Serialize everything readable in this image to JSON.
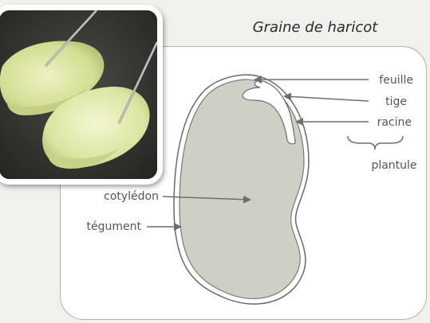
{
  "title": "Graine de haricot",
  "labels": {
    "feuille": "feuille",
    "tige": "tige",
    "racine": "racine",
    "plantule": "plantule",
    "cotyledon": "cotylédon",
    "tegument": "tégument"
  },
  "photo": {
    "subject": "opened bean seed held with needles"
  },
  "colors": {
    "page_background": "#f1f0ec",
    "seed_fill": "#cfcfc6",
    "label_text": "#555555",
    "arrow": "#6e6e6e",
    "title_text": "#2b2b2b"
  }
}
